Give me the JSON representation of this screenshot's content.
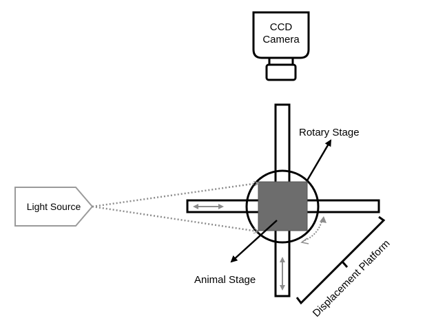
{
  "camera": {
    "line1": "CCD",
    "line2": "Camera"
  },
  "labels": {
    "rotary_stage": "Rotary Stage",
    "light_source": "Light Source",
    "animal_stage": "Animal Stage",
    "displacement_platform": "Displacement Platform"
  },
  "colors": {
    "outline": "#000000",
    "animal_square": "#6d6d6d",
    "arrow_gray": "#8c8c8c",
    "light_outline": "#9a9a9a"
  }
}
